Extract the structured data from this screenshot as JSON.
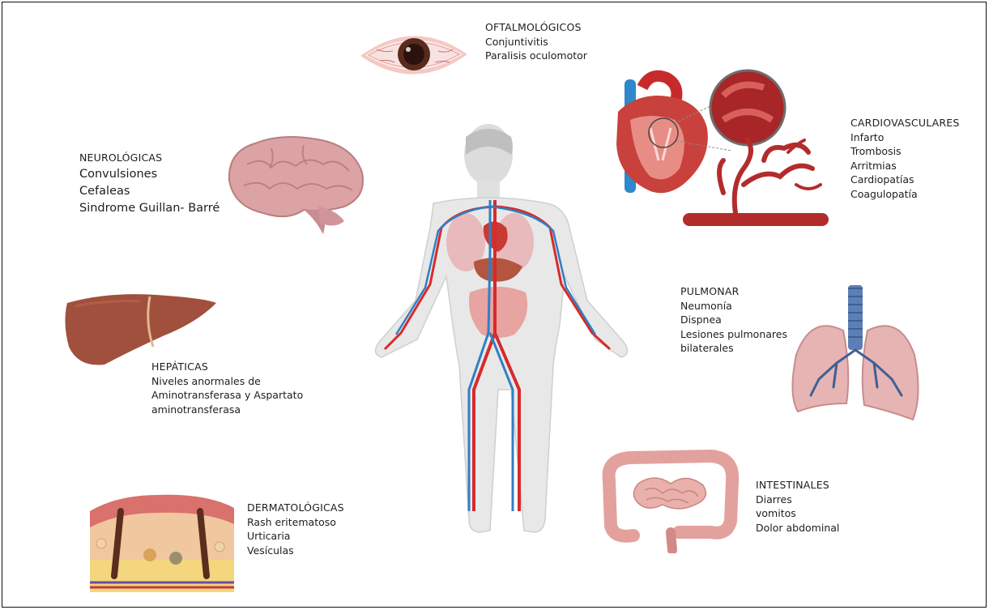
{
  "oftalmologicos": {
    "title": "OFTALMOLÓGICOS",
    "items": [
      "Conjuntivitis",
      "Paralisis oculomotor"
    ]
  },
  "cardiovasculares": {
    "title": "CARDIOVASCULARES",
    "items": [
      "Infarto",
      "Trombosis",
      "Arritmias",
      "Cardiopatías",
      "Coagulopatía"
    ]
  },
  "neurologicas": {
    "title": "NEUROLÓGICAS",
    "items": [
      "Convulsiones",
      "Cefaleas",
      "Sindrome Guillan- Barré"
    ]
  },
  "pulmonar": {
    "title": "PULMONAR",
    "items": [
      "Neumonía",
      "Dispnea",
      "Lesiones pulmonares",
      "bilaterales"
    ]
  },
  "hepaticas": {
    "title": "HEPÁTICAS",
    "items": [
      "Niveles anormales de",
      "Aminotransferasa y Aspartato",
      "aminotransferasa"
    ]
  },
  "intestinales": {
    "title": "INTESTINALES",
    "items": [
      "Diarres",
      "vomitos",
      "Dolor abdominal"
    ]
  },
  "dermatologicas": {
    "title": "DERMATOLÓGICAS",
    "items": [
      "Rash eritematoso",
      "Urticaria",
      "Vesículas"
    ]
  },
  "colors": {
    "artery": "#d62b2b",
    "vein": "#2f7fc4",
    "skin": "#e9e9e9",
    "organ": "#d98b8e",
    "liver": "#9c4f3a",
    "brain": "#d7a3a3"
  }
}
